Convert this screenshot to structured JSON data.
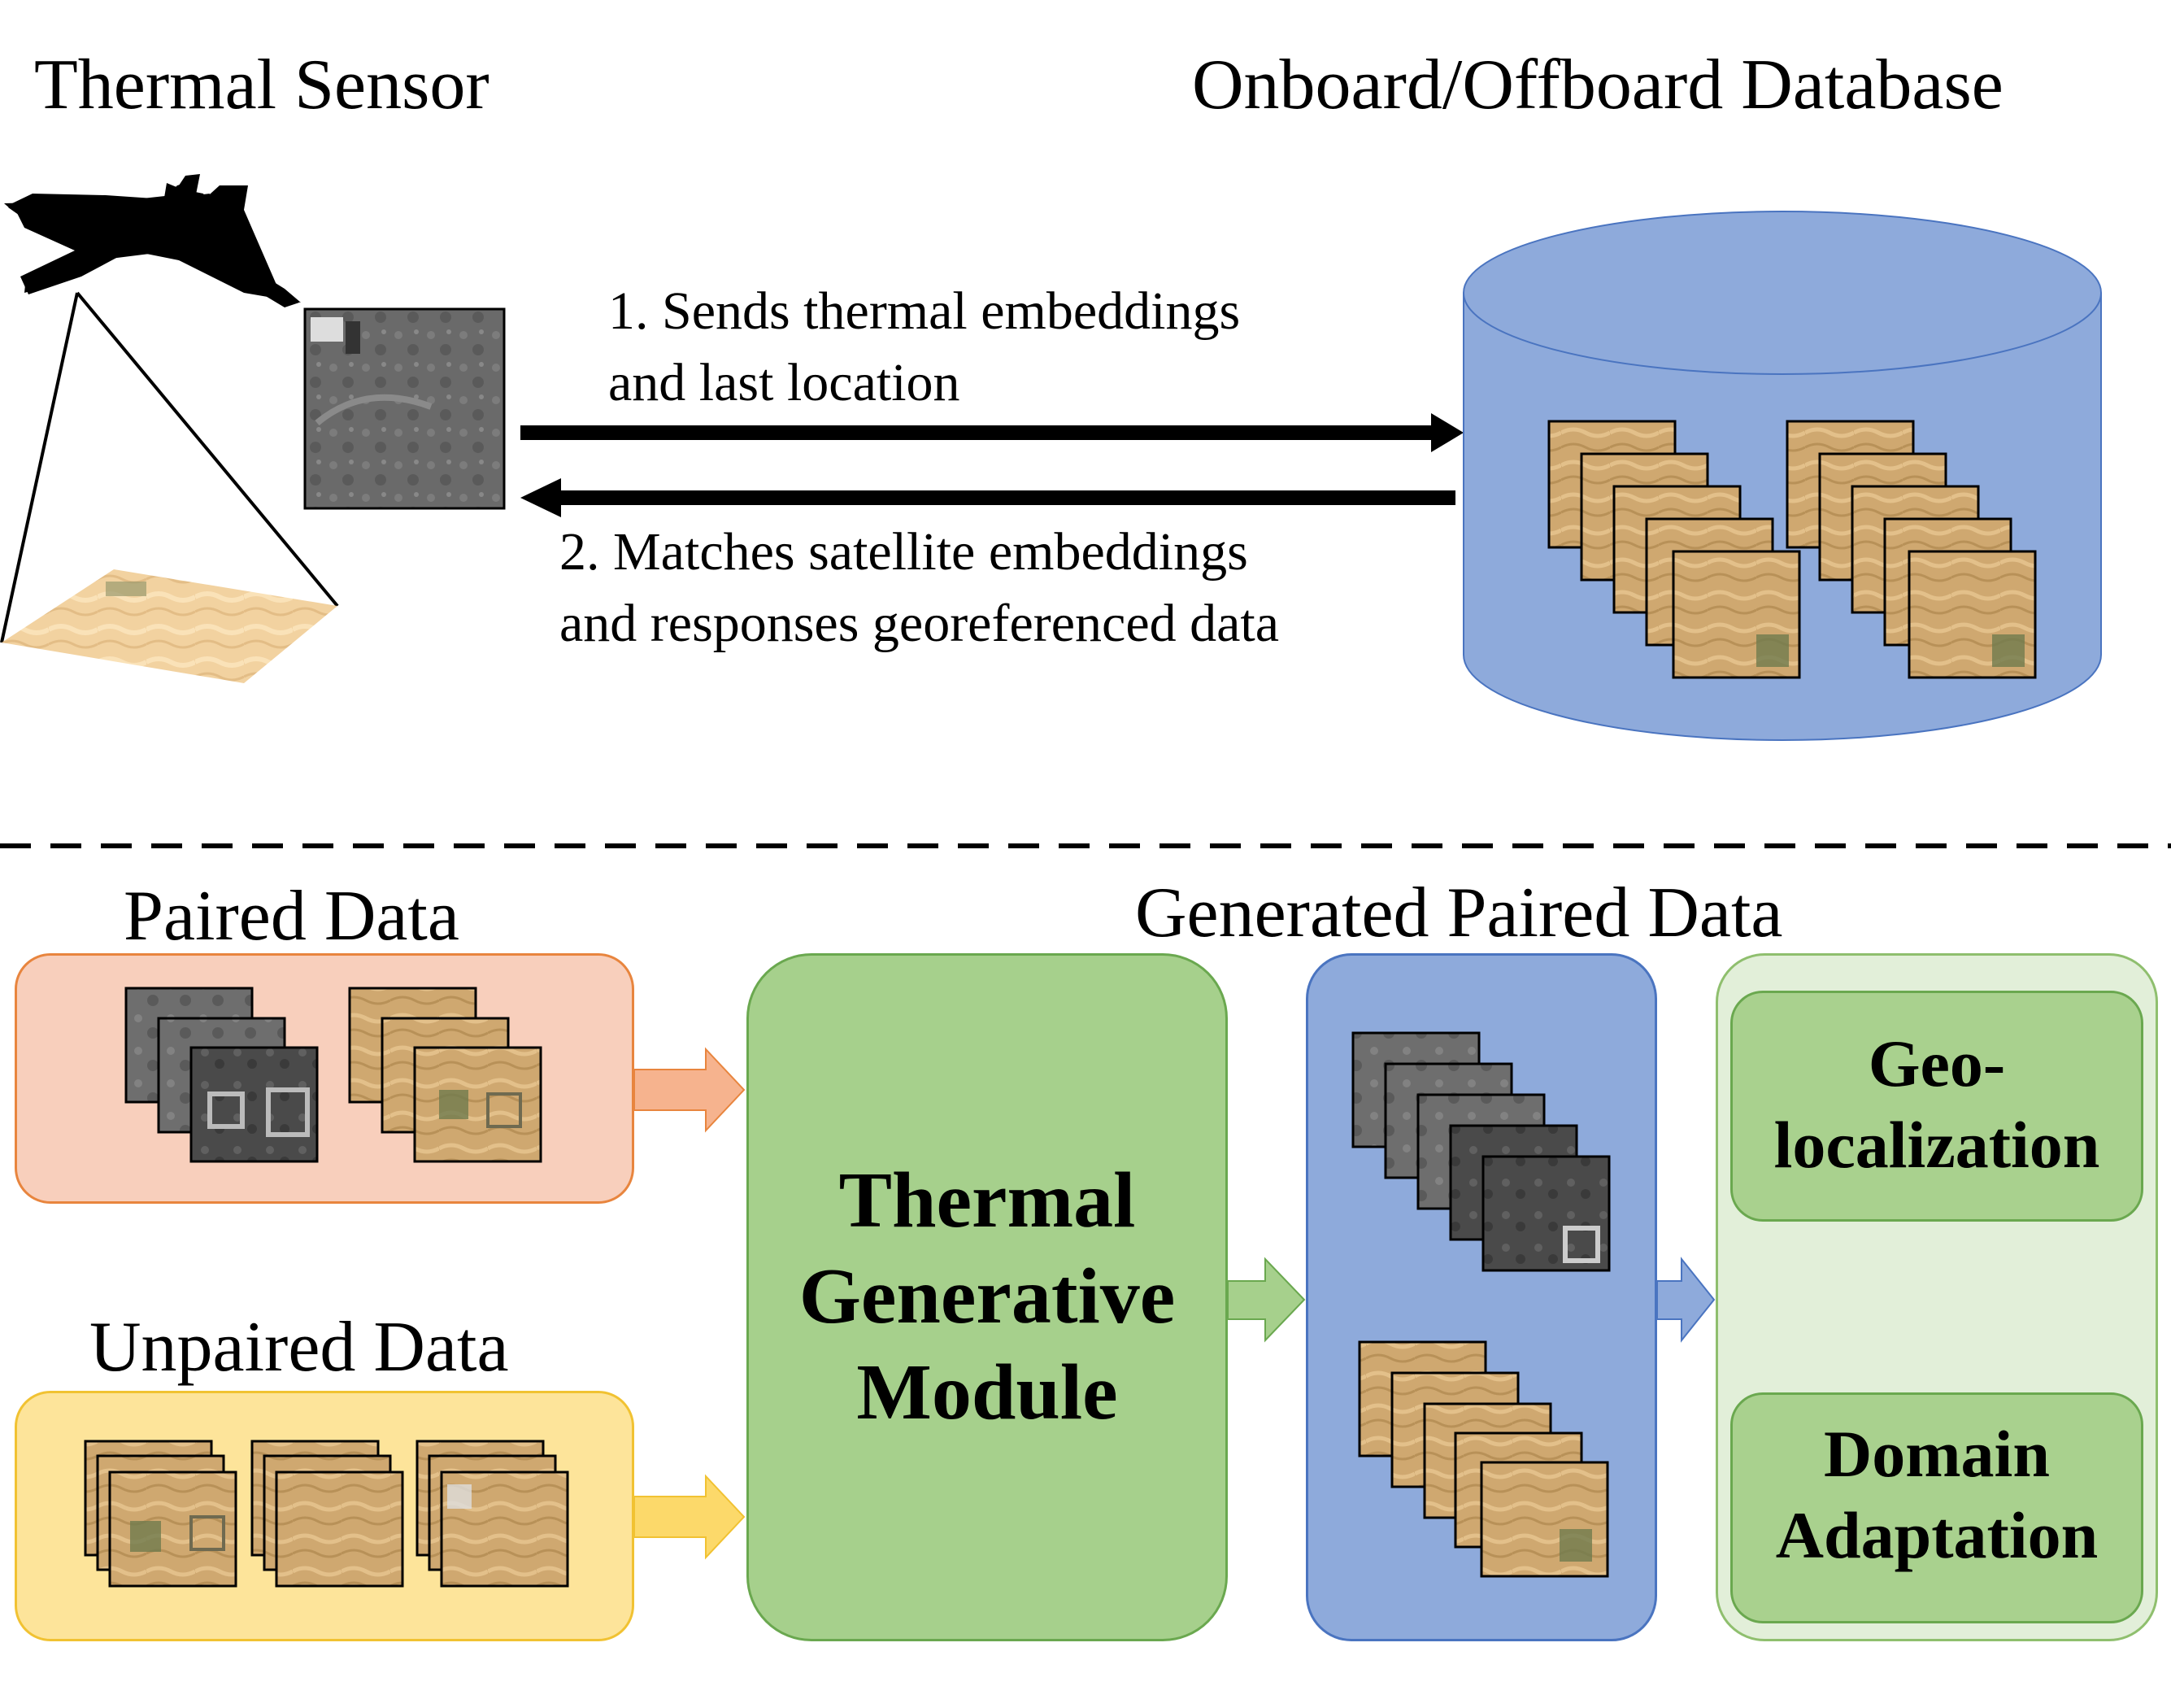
{
  "top": {
    "sensor_title": "Thermal Sensor",
    "database_title": "Onboard/Offboard Database",
    "arrow_send_line1": "1. Sends thermal embeddings",
    "arrow_send_line2": "and last location",
    "arrow_match_line1": "2. Matches satellite embeddings",
    "arrow_match_line2": "and responses georeferenced data"
  },
  "bottom": {
    "paired_title": "Paired Data",
    "unpaired_title": "Unpaired Data",
    "generated_title": "Generated Paired Data",
    "module_line1": "Thermal",
    "module_line2": "Generative",
    "module_line3": "Module",
    "task1_line1": "Geo-",
    "task1_line2": "localization",
    "task2_line1": "Domain",
    "task2_line2": "Adaptation"
  },
  "colors": {
    "paired_fill": "#f8cfbc",
    "paired_border": "#e8853e",
    "unpaired_fill": "#fde49a",
    "unpaired_border": "#f1c232",
    "module_fill": "#a6d08c",
    "generated_fill": "#8eaadb",
    "tasks_fill": "#e2efd9",
    "task_fill": "#a9d18e",
    "database_fill": "#8eaadb"
  }
}
